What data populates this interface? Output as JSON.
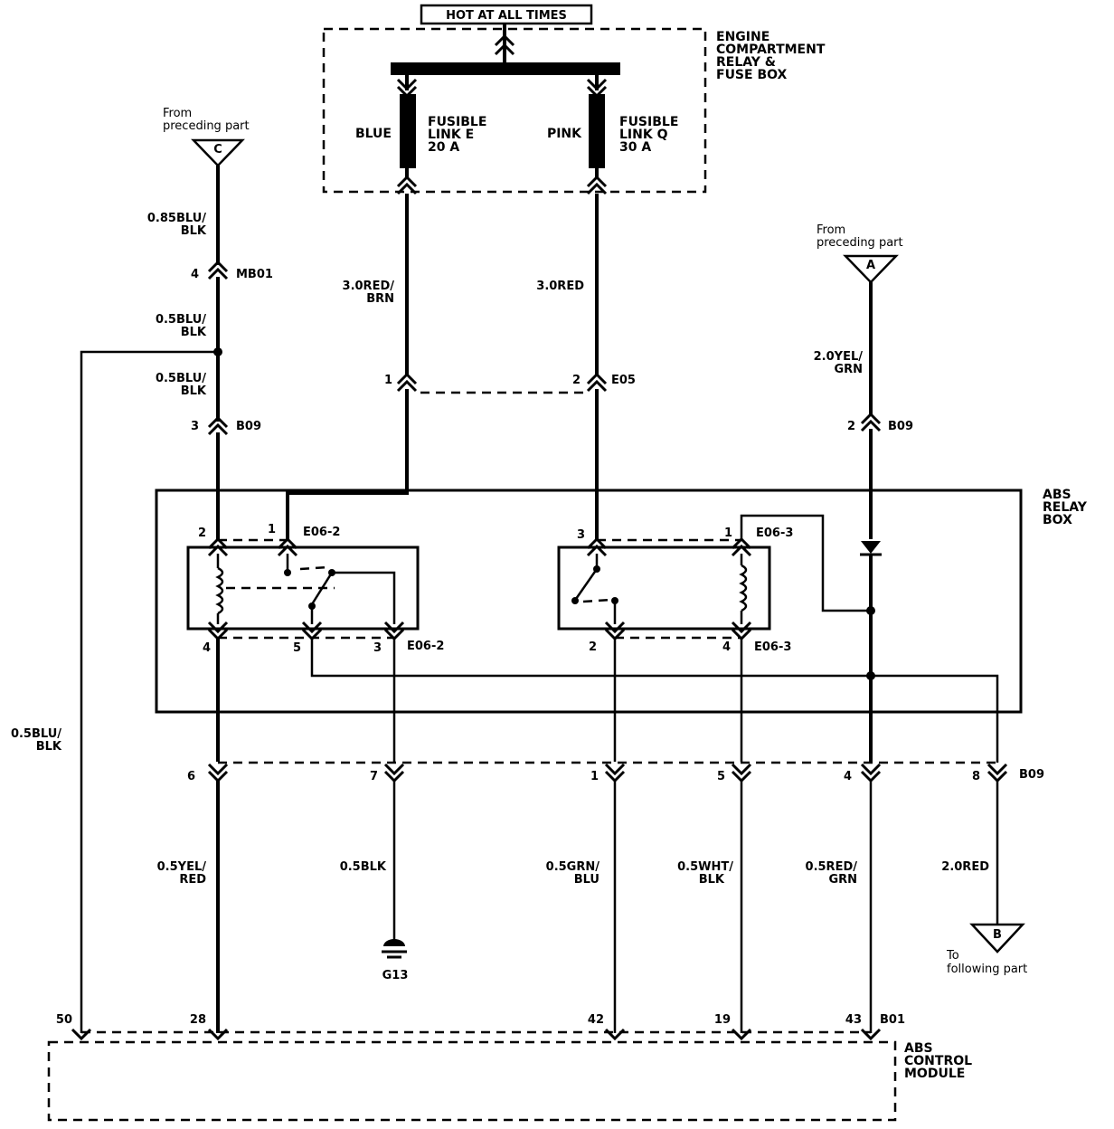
{
  "header": {
    "hot_label": "HOT AT ALL TIMES"
  },
  "fuse_box": {
    "title": [
      "ENGINE",
      "COMPARTMENT",
      "RELAY &",
      "FUSE BOX"
    ],
    "fuse_e": {
      "color": "BLUE",
      "name": [
        "FUSIBLE",
        "LINK E",
        "20 A"
      ]
    },
    "fuse_q": {
      "color": "PINK",
      "name": [
        "FUSIBLE",
        "LINK Q",
        "30 A"
      ]
    }
  },
  "refs": {
    "c": {
      "letter": "C",
      "text": [
        "From",
        "preceding part"
      ]
    },
    "a": {
      "letter": "A",
      "text": [
        "From",
        "preceding part"
      ]
    },
    "b": {
      "letter": "B",
      "text": [
        "To",
        "following part"
      ]
    }
  },
  "wires": {
    "c_top": [
      "0.85BLU/",
      "BLK"
    ],
    "c_mid": [
      "0.5BLU/",
      "BLK"
    ],
    "c_low": [
      "0.5BLU/",
      "BLK"
    ],
    "left_long": [
      "0.5BLU/",
      "BLK"
    ],
    "fuse_e": [
      "3.0RED/",
      "BRN"
    ],
    "fuse_q": [
      "3.0RED"
    ],
    "a_wire": [
      "2.0YEL/",
      "GRN"
    ],
    "w28": [
      "0.5YEL/",
      "RED"
    ],
    "w_gnd": [
      "0.5BLK"
    ],
    "w42": [
      "0.5GRN/",
      "BLU"
    ],
    "w19": [
      "0.5WHT/",
      "BLK"
    ],
    "w43": [
      "0.5RED/",
      "GRN"
    ],
    "w_b": [
      "2.0RED"
    ]
  },
  "connectors": {
    "mb01": {
      "pin": "4",
      "name": "MB01"
    },
    "b09_left": {
      "pin": "3",
      "name": "B09"
    },
    "e05_1": {
      "pin": "1"
    },
    "e05_2": {
      "pin": "2",
      "name": "E05"
    },
    "b09_right": {
      "pin": "2",
      "name": "B09"
    },
    "relay1": {
      "name_top": "E06-2",
      "name_bottom": "E06-2",
      "pins": [
        "2",
        "1",
        "4",
        "5",
        "3"
      ]
    },
    "relay2": {
      "name_top": "E06-3",
      "name_bottom": "E06-3",
      "pins": [
        "3",
        "1",
        "2",
        "4"
      ]
    },
    "b09_bottom": {
      "name": "B09",
      "pins": [
        "6",
        "7",
        "1",
        "5",
        "4",
        "8"
      ]
    },
    "b01": {
      "name": "B01",
      "pins": [
        "50",
        "28",
        "42",
        "19",
        "43"
      ]
    }
  },
  "relay_box": {
    "title": [
      "ABS",
      "RELAY",
      "BOX"
    ]
  },
  "ground": {
    "name": "G13"
  },
  "module": {
    "title": [
      "ABS",
      "CONTROL",
      "MODULE"
    ]
  }
}
